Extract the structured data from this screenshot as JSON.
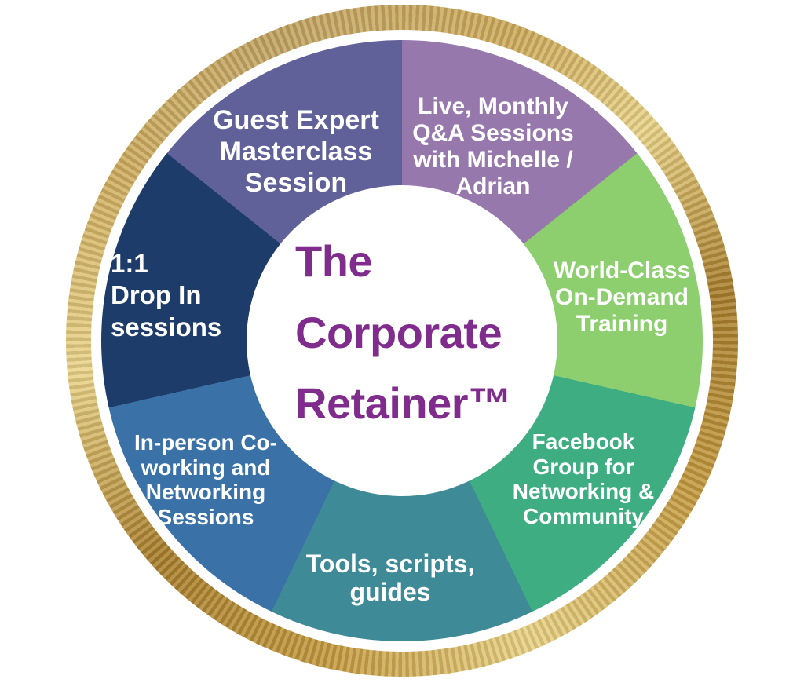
{
  "diagram": {
    "center_title": "The\nCorporate\nRetainer™",
    "center_title_color": "#802c8d",
    "label_color": "#ffffff",
    "ring": {
      "description": "textured gold foil ring",
      "gold_base": "#c49a3f",
      "gold_light": "#e9d284",
      "gold_dark": "#a87e2b"
    },
    "segment_sweep_deg": 51.43,
    "start_angle": "12 o'clock, clockwise",
    "segments": [
      {
        "id": "live-monthly-qa",
        "label": "Live, Monthly\nQ&A Sessions\nwith Michelle /\nAdrian",
        "color": "#9678ad"
      },
      {
        "id": "world-class-training",
        "label": "World-Class\nOn-Demand\nTraining",
        "color": "#8dce6e"
      },
      {
        "id": "facebook-group",
        "label": "Facebook\nGroup for\nNetworking &\nCommunity",
        "color": "#3eae82"
      },
      {
        "id": "tools-scripts-guides",
        "label": "Tools, scripts,\nguides",
        "color": "#3e8a96"
      },
      {
        "id": "in-person-coworking",
        "label": "In-person Co-\nworking and\nNetworking\nSessions",
        "color": "#3a72a8"
      },
      {
        "id": "one-to-one-drop-in",
        "label": "1:1\nDrop In\nsessions",
        "color": "#1d3c69"
      },
      {
        "id": "guest-expert-masterclass",
        "label": "Guest Expert\nMasterclass\nSession",
        "color": "#5f6198"
      }
    ]
  }
}
